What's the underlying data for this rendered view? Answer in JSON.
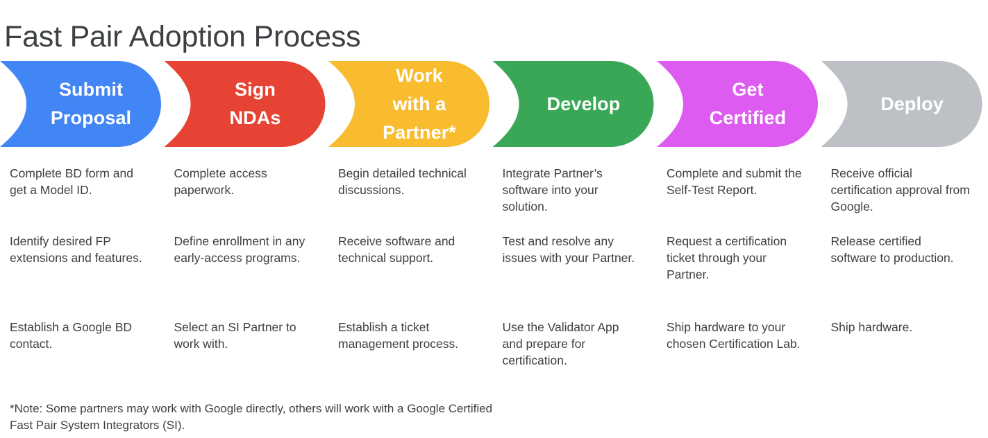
{
  "page": {
    "title": "Fast Pair Adoption Process",
    "background_color": "#ffffff",
    "text_color": "#3c4043"
  },
  "process": {
    "steps": [
      {
        "id": "submit-proposal",
        "label": "Submit\nProposal",
        "color": "#4285f4",
        "label_color": "#ffffff",
        "items": [
          "Complete BD form and get a Model ID.",
          "Identify desired FP extensions and features.",
          "Establish a Google BD contact."
        ]
      },
      {
        "id": "sign-ndas",
        "label": "Sign\nNDAs",
        "color": "#e74335",
        "label_color": "#ffffff",
        "items": [
          "Complete access paperwork.",
          "Define enrollment in any early-access programs.",
          "Select an SI Partner to work with."
        ]
      },
      {
        "id": "work-with-a-partner",
        "label": "Work\nwith a\nPartner*",
        "color": "#f9bc2e",
        "label_color": "#ffffff",
        "items": [
          "Begin detailed technical discussions.",
          "Receive software and technical support.",
          "Establish a ticket management process."
        ]
      },
      {
        "id": "develop",
        "label": "Develop",
        "color": "#3aa757",
        "label_color": "#ffffff",
        "items": [
          "Integrate Partner’s software into your solution.",
          "Test and resolve any issues with your Partner.",
          "Use the Validator App and prepare for certification."
        ]
      },
      {
        "id": "get-certified",
        "label": "Get\nCertified",
        "color": "#dd5bf0",
        "label_color": "#ffffff",
        "items": [
          "Complete and submit the Self-Test Report.",
          "Request a certification ticket through your Partner.",
          "Ship hardware to your chosen Certification Lab."
        ]
      },
      {
        "id": "deploy",
        "label": "Deploy",
        "color": "#bdc1c6",
        "label_color": "#ffffff",
        "items": [
          "Receive official certification approval from Google.",
          "Release certified software to production.",
          "Ship hardware."
        ]
      }
    ]
  },
  "footnote": {
    "text": "*Note: Some partners may work with Google directly, others will work with a Google Certified Fast Pair System Integrators (SI)."
  }
}
